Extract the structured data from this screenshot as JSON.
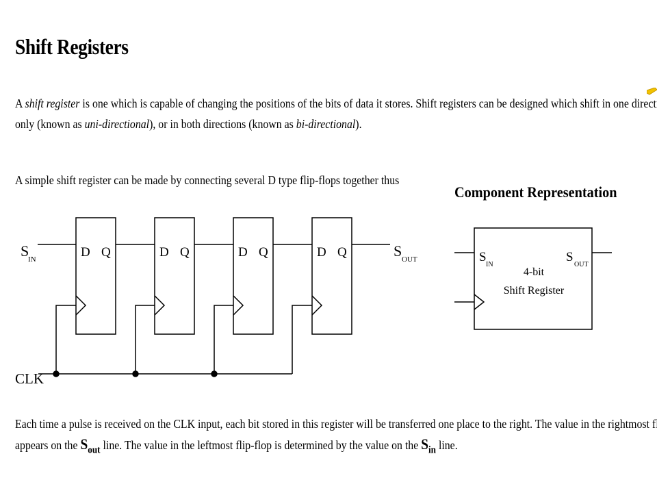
{
  "title": "Shift Registers",
  "para1": {
    "line1_a": "A ",
    "line1_em": "shift register",
    "line1_b": " is one which is capable of changing the positions of the bits of data it stores. Shift registers can be designed which shift in one direction",
    "line2_a": "only (known as ",
    "line2_em1": "uni-directional",
    "line2_b": "), or in both directions (known as ",
    "line2_em2": "bi-directional",
    "line2_c": ")."
  },
  "para2": "A simple shift register can be made by connecting several D type flip-flops together thus",
  "component_title": "Component Representation",
  "circuit": {
    "sin_main": "S",
    "sin_sub": "IN",
    "sout_main": "S",
    "sout_sub": "OUT",
    "clk": "CLK",
    "d_label": "D",
    "q_label": "Q"
  },
  "component": {
    "line1": "4-bit",
    "line2": "Shift Register"
  },
  "para3": {
    "line1": "Each time a pulse is received on the CLK input, each bit stored in this register will be transferred one place to the right. The value in the rightmost flip-flop",
    "line2_a": "appears on the ",
    "sout_main": "S",
    "sout_sub": "out",
    "line2_b": " line. The value in the leftmost flip-flop is determined by the value on the ",
    "sin_main": "S",
    "sin_sub": "in",
    "line2_c": " line."
  },
  "colors": {
    "pointer": "#f2c200"
  },
  "icons": {
    "pointer": "pencil-pointer-icon"
  }
}
